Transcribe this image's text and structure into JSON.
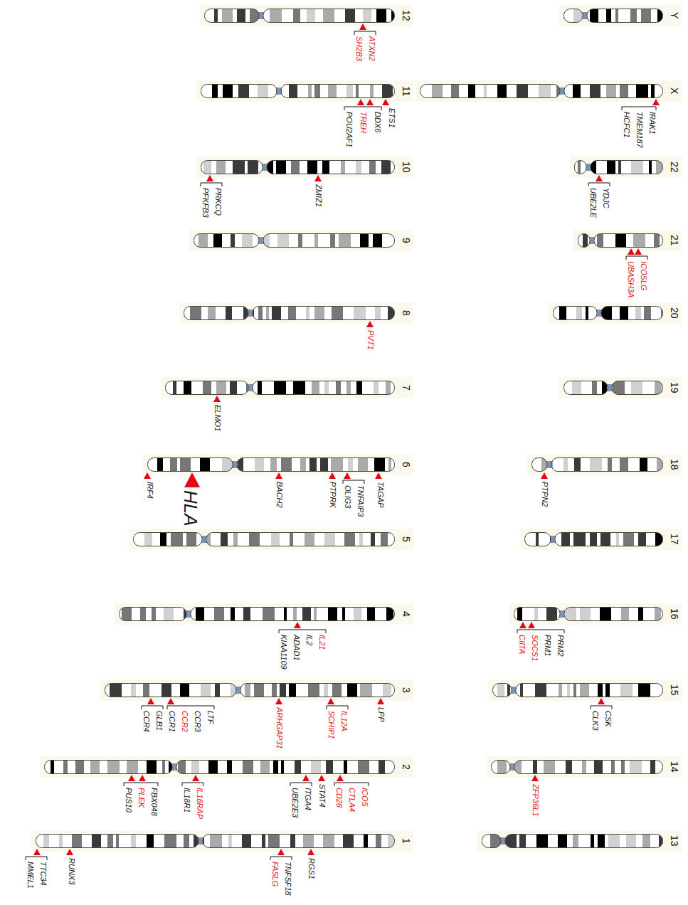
{
  "diagram": {
    "nodes": [
      {
        "text": [
          "1"
        ]
      },
      {
        "text": [
          "2"
        ]
      },
      {
        "text": [
          "3"
        ]
      },
      {
        "text": [
          "4"
        ]
      },
      {
        "text": [
          "5"
        ]
      },
      {
        "text": [
          "6"
        ]
      },
      {
        "text": [
          "7"
        ]
      },
      {
        "text": [
          "8"
        ]
      },
      {
        "text": [
          "9"
        ]
      },
      {
        "text": [
          "10"
        ]
      },
      {
        "text": [
          "11"
        ]
      },
      {
        "text": [
          "12"
        ]
      },
      {
        "text": [
          "13"
        ]
      },
      {
        "text": [
          "14"
        ]
      },
      {
        "text": [
          "15"
        ]
      },
      {
        "text": [
          "16"
        ]
      },
      {
        "text": [
          "17"
        ]
      },
      {
        "text": [
          "18"
        ]
      },
      {
        "text": [
          "19"
        ]
      },
      {
        "text": [
          "20"
        ]
      },
      {
        "text": [
          "21"
        ]
      },
      {
        "text": [
          "22"
        ]
      },
      {
        "text": [
          "X"
        ]
      },
      {
        "text": [
          "Y"
        ]
      }
    ],
    "labels": [
      "MMEL1",
      "TTC34",
      "RUNX3",
      "FASLG",
      "TNFSF18",
      "RGS1",
      "PUS10",
      "PLEK",
      "FBX048",
      "IL18R1",
      "IL18RAP",
      "UBE2E3",
      "ITGA4",
      "STAT4",
      "CD28",
      "CTLA4",
      "ICOS",
      "CCR4",
      "GLB1",
      "CCR1",
      "CCR2",
      "CCR3",
      "LTF",
      "ARHGAP31",
      "SCHIP1",
      "IL12A",
      "LPP",
      "KIAA1109",
      "ADAD1",
      "IL2",
      "IL21",
      "IRF4",
      "HLA",
      "BACH2",
      "PTPRK",
      "OLIG3",
      "TNFAIP3",
      "TAGAP",
      "ELMO1",
      "PVT1",
      "PFKFB3",
      "PRKCQ",
      "ZMIZ1",
      "POU2AF1",
      "TREH",
      "DDX6",
      "ETS1",
      "SH2B3",
      "ATXN2",
      "ZFP36L1",
      "CLK3",
      "CSK",
      "CIITA",
      "SOCS1",
      "PRM1",
      "PRM2",
      "PTPN2",
      "UBASH3A",
      "ICOSLG",
      "UBE2LE",
      "YDJC",
      "HCFC1",
      "TMEM187",
      "IRAK1"
    ]
  }
}
